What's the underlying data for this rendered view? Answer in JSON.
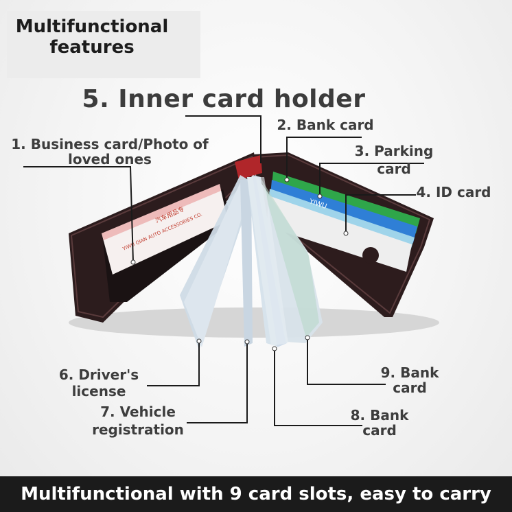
{
  "header": {
    "line1": "Multifunctional",
    "line2": "features"
  },
  "title": "5. Inner card holder",
  "labels": {
    "business": "1. Business card/Photo of loved ones",
    "bank2": "2. Bank card",
    "parking": "3. Parking card",
    "id": "4. ID card",
    "drivers": "6. Driver's license",
    "vehicle": "7. Vehicle registration",
    "bank8": "8. Bank card",
    "bank9": "9. Bank card"
  },
  "business_card_text": {
    "line1": "汽车用品专",
    "line2": "YIWU QIAN AUTO ACCESSORIES CO."
  },
  "card_brand": "YIWU",
  "footer": "Multifunctional with 9 card slots, easy to carry"
}
